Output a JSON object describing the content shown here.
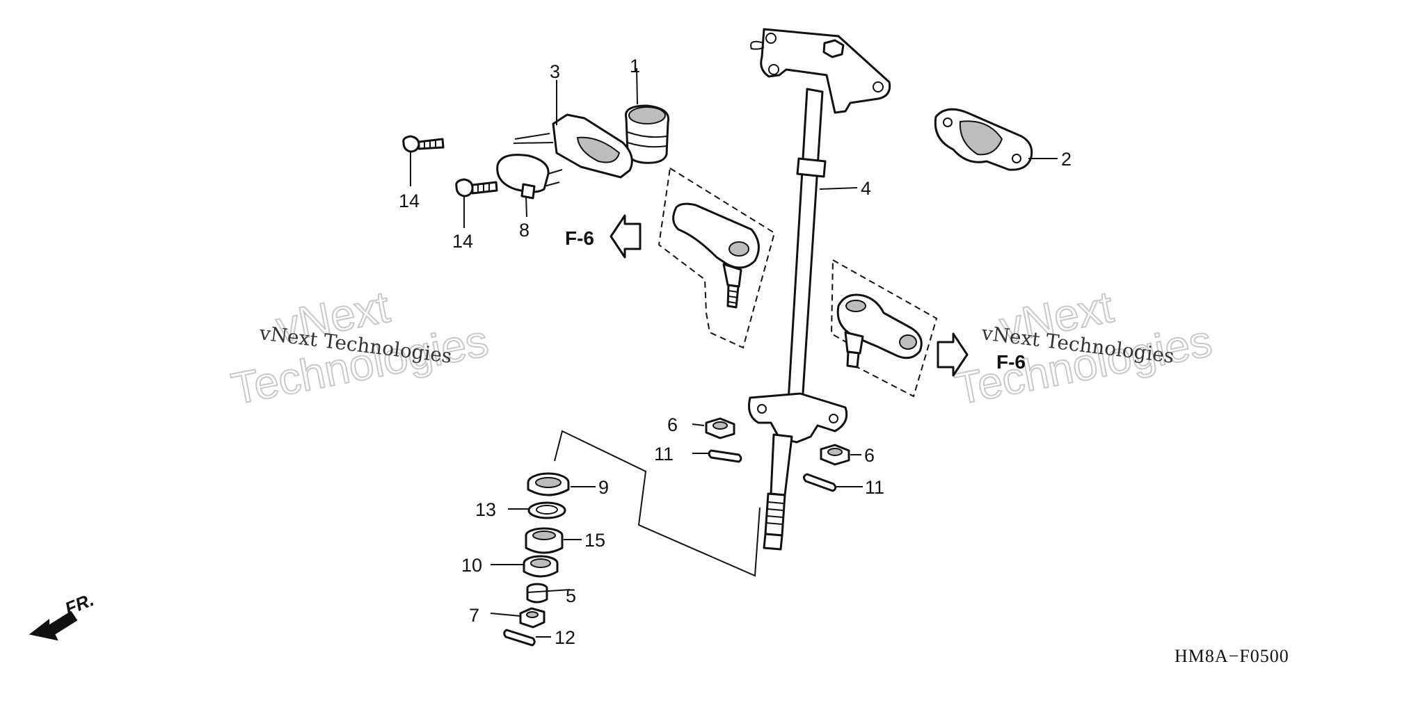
{
  "diagram": {
    "code": "HM8A−F0500",
    "front_indicator": "FR.",
    "reference_left": "F-6",
    "reference_right": "F-6",
    "watermarks": [
      {
        "small": "vNext Technologies",
        "big_line1": "vNext",
        "big_line2": "Technologies"
      },
      {
        "small": "vNext Technologies",
        "big_line1": "vNext",
        "big_line2": "Technologies"
      }
    ],
    "callouts": [
      {
        "number": "1"
      },
      {
        "number": "2"
      },
      {
        "number": "3"
      },
      {
        "number": "4"
      },
      {
        "number": "5"
      },
      {
        "number": "6"
      },
      {
        "number": "6"
      },
      {
        "number": "7"
      },
      {
        "number": "8"
      },
      {
        "number": "9"
      },
      {
        "number": "10"
      },
      {
        "number": "11"
      },
      {
        "number": "11"
      },
      {
        "number": "12"
      },
      {
        "number": "13"
      },
      {
        "number": "14"
      },
      {
        "number": "14"
      },
      {
        "number": "15"
      }
    ]
  }
}
